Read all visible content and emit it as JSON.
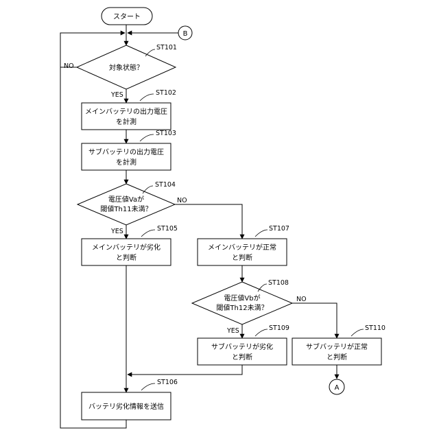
{
  "flowchart": {
    "start": "スタート",
    "connector_b": "B",
    "connector_a": "A",
    "steps": {
      "st101": {
        "id": "ST101",
        "lines": [
          "対象状態？"
        ]
      },
      "st102": {
        "id": "ST102",
        "lines": [
          "メインバッテリの出力電圧",
          "を計測"
        ]
      },
      "st103": {
        "id": "ST103",
        "lines": [
          "サブバッテリの出力電圧",
          "を計測"
        ]
      },
      "st104": {
        "id": "ST104",
        "lines": [
          "電圧値Vaが",
          "閾値Th11未満？"
        ]
      },
      "st105": {
        "id": "ST105",
        "lines": [
          "メインバッテリが劣化",
          "と判断"
        ]
      },
      "st106": {
        "id": "ST106",
        "lines": [
          "バッテリ劣化情報を送信"
        ]
      },
      "st107": {
        "id": "ST107",
        "lines": [
          "メインバッテリが正常",
          "と判断"
        ]
      },
      "st108": {
        "id": "ST108",
        "lines": [
          "電圧値Vbが",
          "閾値Th12未満？"
        ]
      },
      "st109": {
        "id": "ST109",
        "lines": [
          "サブバッテリが劣化",
          "と判断"
        ]
      },
      "st110": {
        "id": "ST110",
        "lines": [
          "サブバッテリが正常",
          "と判断"
        ]
      }
    },
    "branches": {
      "st101_no": "NO",
      "st101_yes": "YES",
      "st104_yes": "YES",
      "st104_no": "NO",
      "st108_yes": "YES",
      "st108_no": "NO"
    }
  }
}
